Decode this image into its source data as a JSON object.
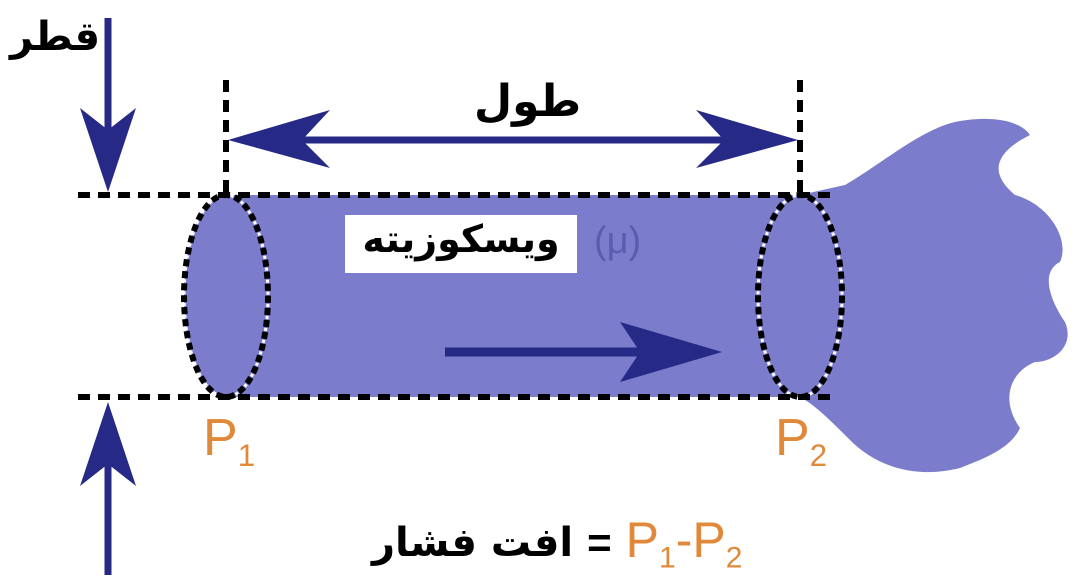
{
  "labels": {
    "diameter": "قطر",
    "length": "طول",
    "viscosity": "ویسکوزیته",
    "mu": "(μ)",
    "pressure_drop": "افت فشار",
    "equals": "=",
    "p1_letter": "P",
    "p1_sub": "1",
    "p2_letter": "P",
    "p2_sub": "2",
    "diff_a_letter": "P",
    "diff_a_sub": "1",
    "diff_sep": "-",
    "diff_b_letter": "P",
    "diff_b_sub": "2"
  },
  "colors": {
    "fluid": "#7b7ccb",
    "arrow": "#262a86",
    "pressure_label": "#e0893a",
    "text": "#000000"
  }
}
